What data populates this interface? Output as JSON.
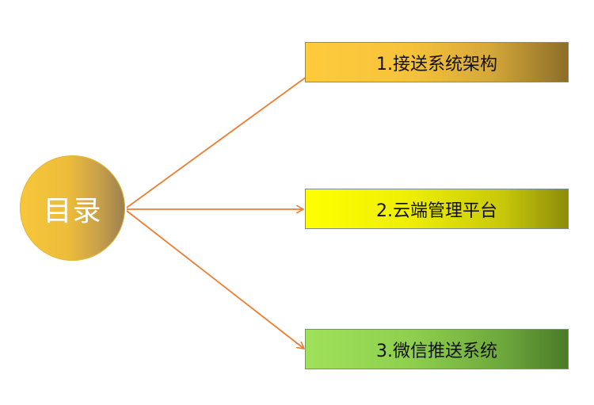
{
  "center": {
    "label": "目录"
  },
  "items": [
    {
      "label": "1.接送系统架构"
    },
    {
      "label": "2.云端管理平台"
    },
    {
      "label": "3.微信推送系统"
    }
  ],
  "colors": {
    "arrow": "#ed7d31",
    "circle": "#f2c23c",
    "item1": "#f6c23a",
    "item2": "#ffff00",
    "item3": "#92d050"
  }
}
